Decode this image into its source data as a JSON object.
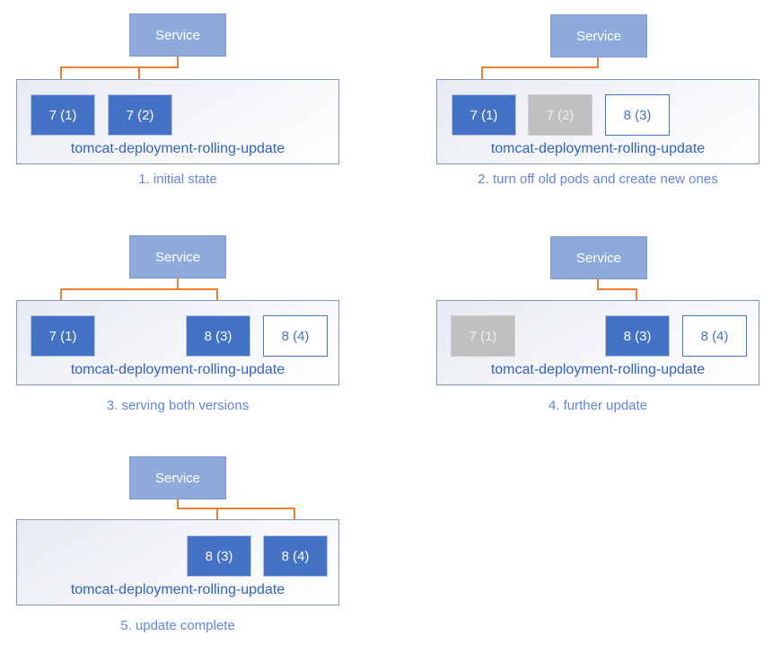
{
  "colors": {
    "pod_active_fill": "#4472C4",
    "pod_off_fill": "#BFBFBF",
    "pod_new_border": "#4472C4",
    "service_fill": "#8EAADB",
    "arrow": "#ED7D31",
    "deployment_label_text": "#3463B8",
    "caption_text": "#6285D6"
  },
  "panels": [
    {
      "caption": "1. initial state",
      "service_label": "Service",
      "deployment_label": "tomcat-deployment-rolling-update",
      "pods": [
        {
          "label": "7 (1)",
          "state": "active"
        },
        {
          "label": "7 (2)",
          "state": "active"
        }
      ]
    },
    {
      "caption": "2. turn off old pods and create new ones",
      "service_label": "Service",
      "deployment_label": "tomcat-deployment-rolling-update",
      "pods": [
        {
          "label": "7 (1)",
          "state": "active"
        },
        {
          "label": "7 (2)",
          "state": "off"
        },
        {
          "label": "8 (3)",
          "state": "new"
        }
      ]
    },
    {
      "caption": "3. serving both versions",
      "service_label": "Service",
      "deployment_label": "tomcat-deployment-rolling-update",
      "pods": [
        {
          "label": "7 (1)",
          "state": "active"
        },
        {
          "label": "8 (3)",
          "state": "active"
        },
        {
          "label": "8 (4)",
          "state": "new"
        }
      ]
    },
    {
      "caption": "4. further update",
      "service_label": "Service",
      "deployment_label": "tomcat-deployment-rolling-update",
      "pods": [
        {
          "label": "7 (1)",
          "state": "off"
        },
        {
          "label": "8 (3)",
          "state": "active"
        },
        {
          "label": "8 (4)",
          "state": "new"
        }
      ]
    },
    {
      "caption": "5. update complete",
      "service_label": "Service",
      "deployment_label": "tomcat-deployment-rolling-update",
      "pods": [
        {
          "label": "8 (3)",
          "state": "active"
        },
        {
          "label": "8 (4)",
          "state": "active"
        }
      ]
    }
  ]
}
